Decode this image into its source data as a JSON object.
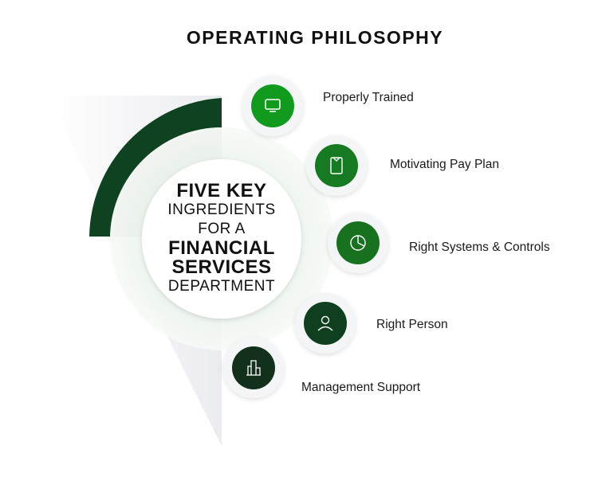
{
  "title": "OPERATING PHILOSOPHY",
  "center": {
    "line1": "FIVE KEY",
    "line2": "INGREDIENTS",
    "line3": "FOR A",
    "line4": "FINANCIAL",
    "line5": "SERVICES",
    "line6": "DEPARTMENT"
  },
  "items": [
    {
      "label": "Properly Trained",
      "icon": "monitor-icon",
      "color": "#129a1f"
    },
    {
      "label": "Motivating Pay Plan",
      "icon": "tablet-icon",
      "color": "#167a22"
    },
    {
      "label": "Right Systems & Controls",
      "icon": "pie-chart-icon",
      "color": "#17711f"
    },
    {
      "label": "Right Person",
      "icon": "person-icon",
      "color": "#0f3f1f"
    },
    {
      "label": "Management Support",
      "icon": "buildings-icon",
      "color": "#13301d"
    }
  ],
  "colors": {
    "arc_dark": "#0f4220",
    "arc_light": "#c6ccc8"
  }
}
